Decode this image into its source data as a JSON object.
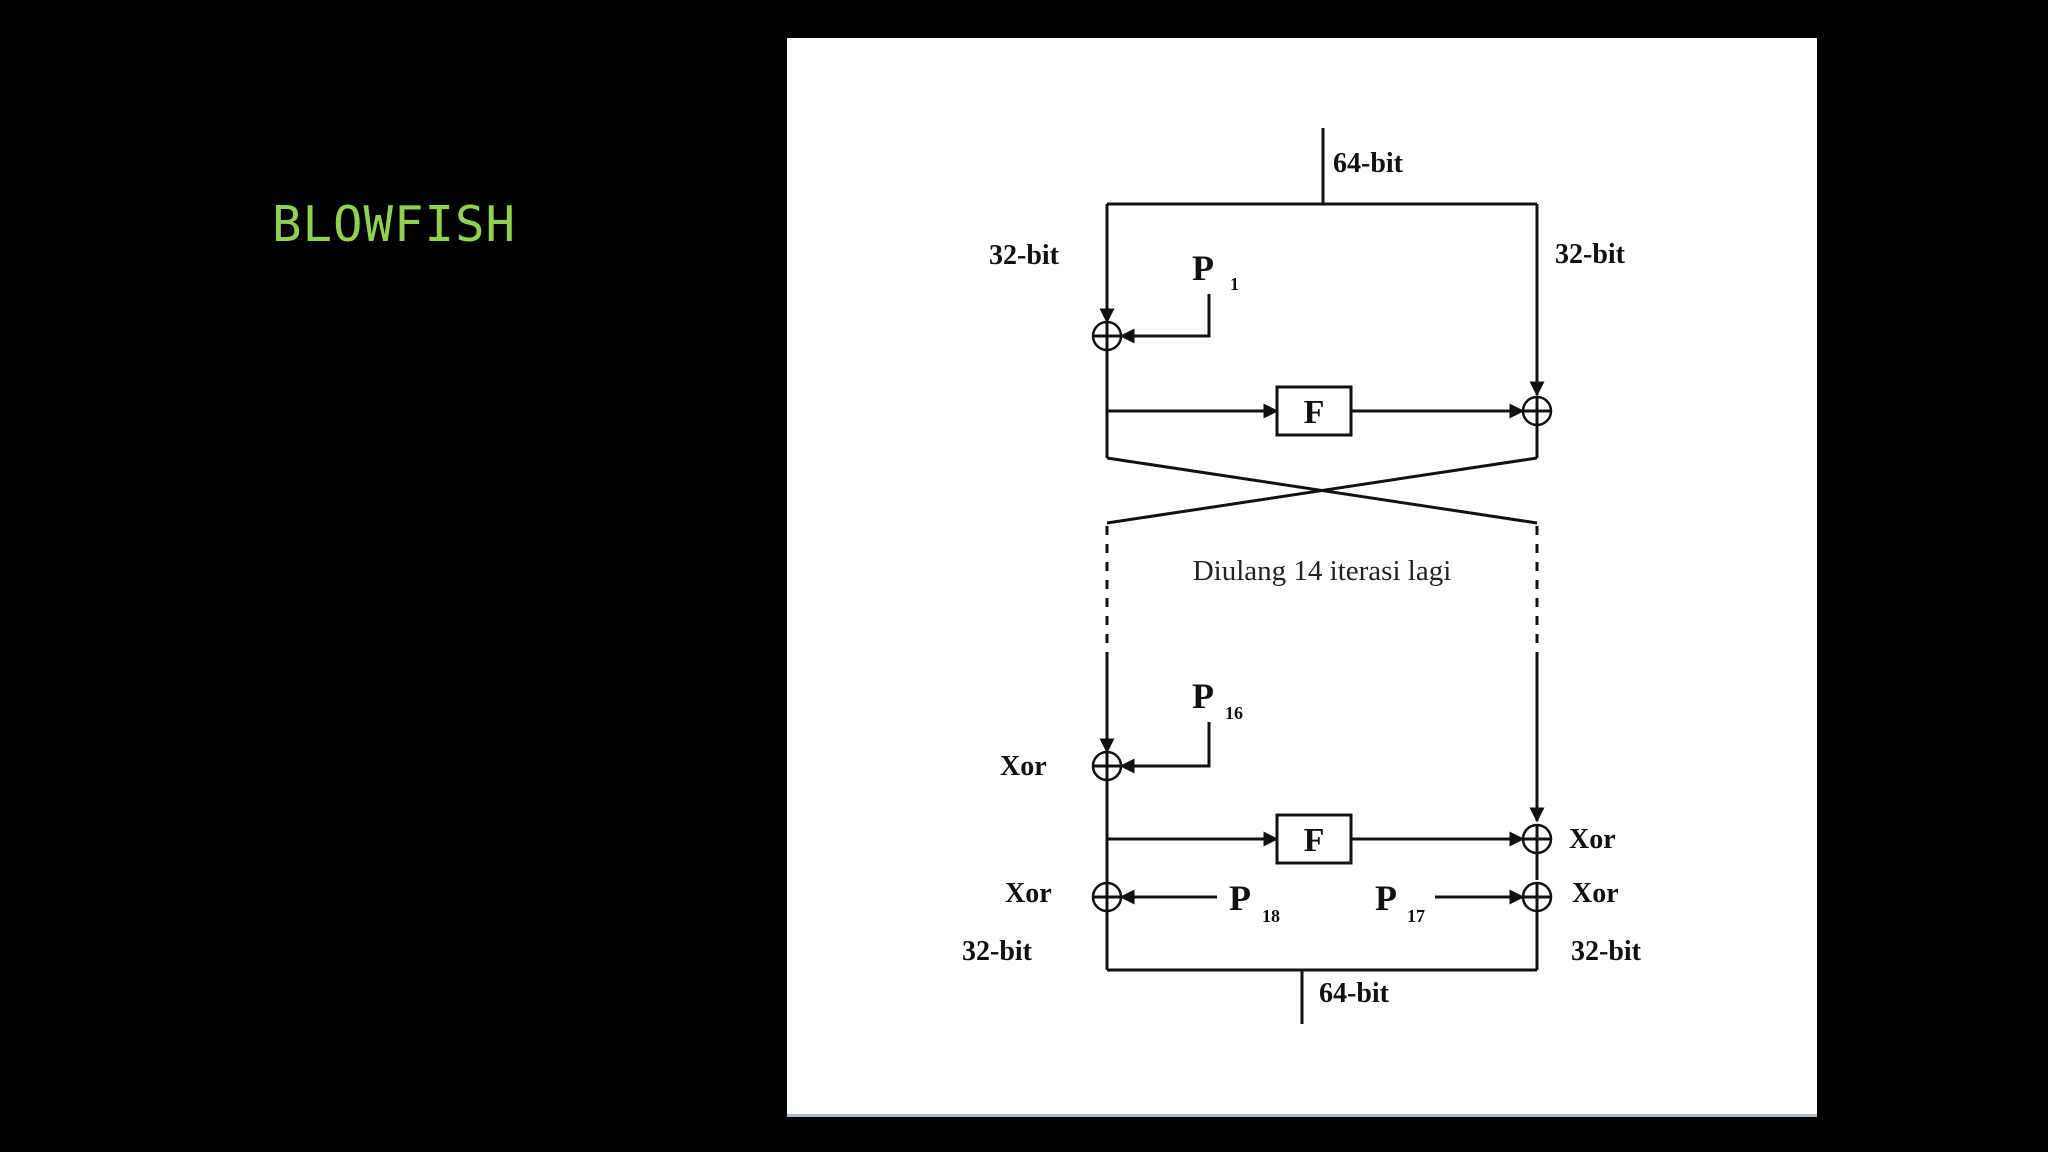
{
  "slide": {
    "title": "BLOWFISH",
    "title_color": "#92d050",
    "background": "#000000"
  },
  "diagram": {
    "input_label": "64-bit",
    "output_label": "64-bit",
    "top_left_half": "32-bit",
    "top_right_half": "32-bit",
    "bottom_left_half": "32-bit",
    "bottom_right_half": "32-bit",
    "f_function_label": "F",
    "repeat_note": "Diulang 14 iterasi lagi",
    "xor_label": "Xor",
    "subkeys": {
      "first": {
        "letter": "P",
        "index": "1"
      },
      "sixteenth": {
        "letter": "P",
        "index": "16"
      },
      "seventeenth": {
        "letter": "P",
        "index": "17"
      },
      "eighteenth": {
        "letter": "P",
        "index": "18"
      }
    }
  }
}
